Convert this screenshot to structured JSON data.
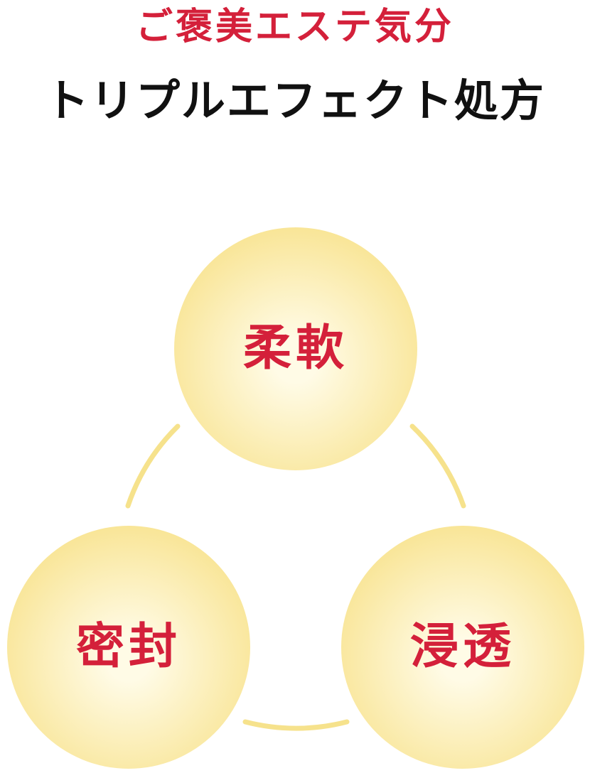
{
  "header": {
    "subtitle": "ご褒美エステ気分",
    "title": "トリプルエフェクト処方"
  },
  "effects": [
    {
      "label": "柔軟"
    },
    {
      "label": "密封"
    },
    {
      "label": "浸透"
    }
  ],
  "colors": {
    "accent_red": "#d4203a",
    "title_black": "#111111",
    "circle_center": "#fffbe6",
    "circle_edge": "#f6dc76",
    "ring": "#f6e28c"
  }
}
